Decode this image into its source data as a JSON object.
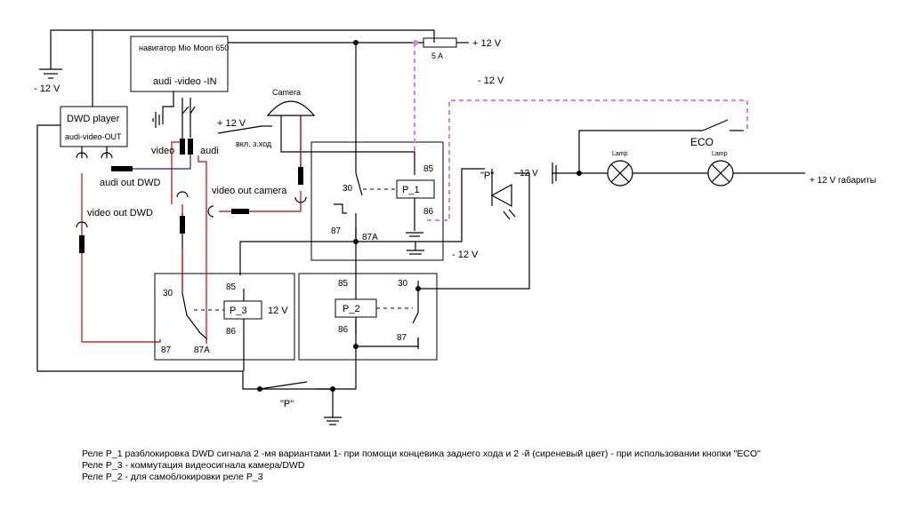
{
  "labels": {
    "navigator": "навигатор Mio Moon 650",
    "av_in": "audi -video -IN",
    "dvd_player": "DWD player",
    "dvd_av_out": "audi-video-OUT",
    "camera": "Camera",
    "plus12_camera": "+ 12 V",
    "reverse_on": "вкл. з.ход",
    "video": "video",
    "audi": "audi",
    "audio_out_dvd": "audi out DWD",
    "video_out_camera": "video out camera",
    "video_out_dvd": "video out DWD",
    "minus12_left": "- 12 V",
    "fuse_label": "5 A",
    "plus12_top": "+ 12 V",
    "minus12_top": "- 12 V",
    "minus12_diode": "- 12 V",
    "minus12_mid": "- 12 V",
    "p_quote_diode": "\"P\"",
    "p_quote_switch": "\"P\"",
    "eco": "ECO",
    "lamp1": "Lamp",
    "lamp2": "Lamp",
    "plus12_gabarity": "+ 12 V габариты",
    "p1": "P_1",
    "p2": "P_2",
    "p3": "P_3",
    "p3_12v": "12 V",
    "p1_85": "85",
    "p1_30": "30",
    "p1_86": "86",
    "p1_87": "87",
    "p1_87a": "87A",
    "p2_85": "85",
    "p2_30": "30",
    "p2_86": "86",
    "p2_87": "87",
    "p3_30": "30",
    "p3_85": "85",
    "p3_86": "86",
    "p3_87": "87",
    "p3_87a": "87A"
  },
  "notes": [
    "Реле P_1 разблокировка DWD сигнала 2 -мя вариантами 1- при помощи концевика  заднего хода и 2 -й (сиреневый цвет) - при использовании кнопки \"ECO\"",
    "Реле P_3 - коммутация видеосигнала камера/DWD",
    "Реле P_2 - для самоблокировки реле P_3"
  ],
  "colors": {
    "wire": "#000000",
    "video_signal": "#cc0000",
    "audio_signal": "#1a1acc",
    "eco_line": "#e878e8"
  }
}
